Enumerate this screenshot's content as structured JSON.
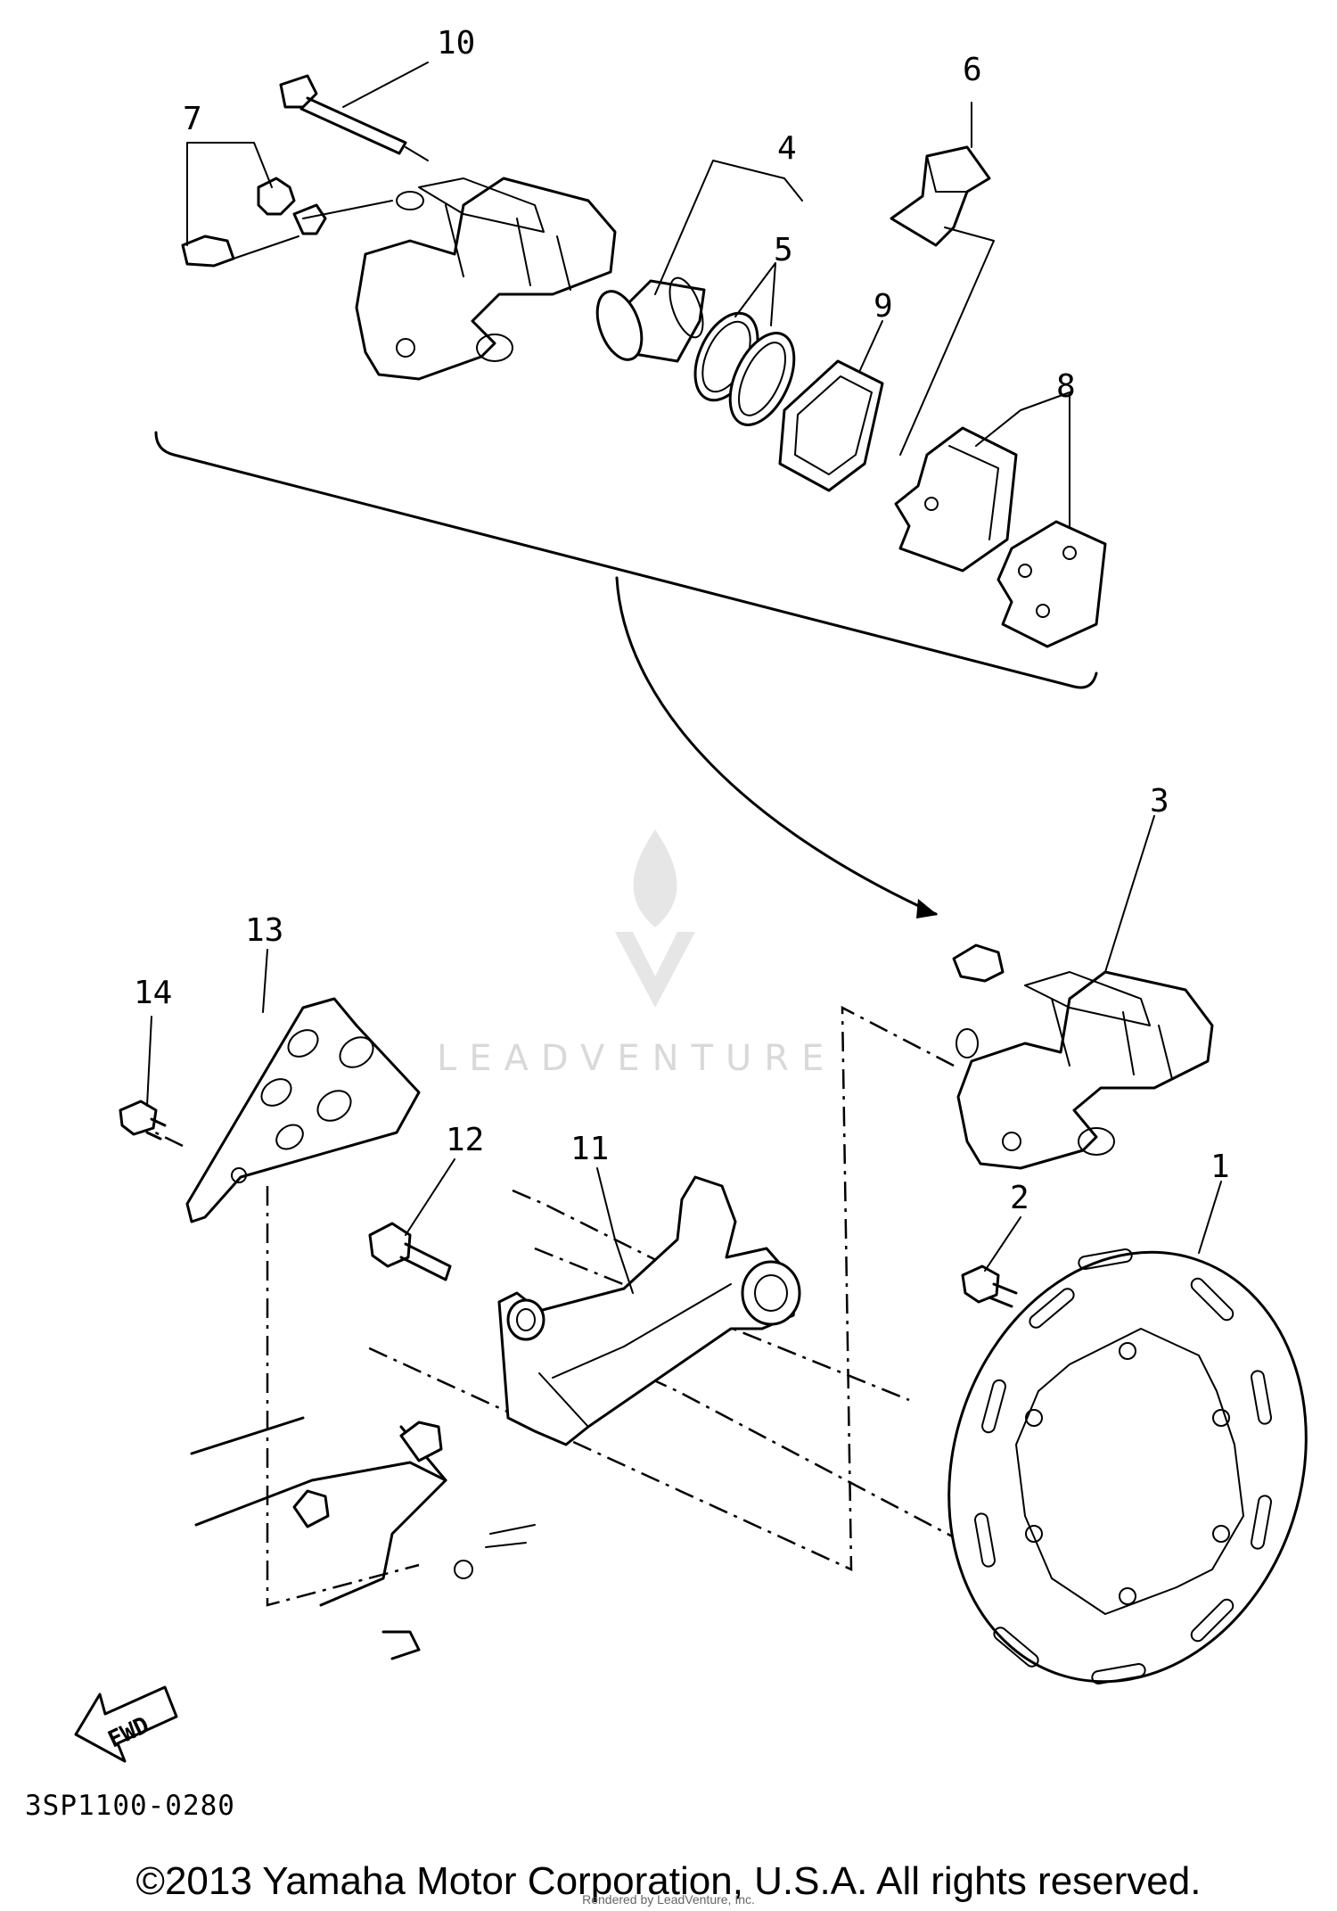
{
  "diagram": {
    "callouts": [
      "1",
      "2",
      "3",
      "4",
      "5",
      "6",
      "7",
      "8",
      "9",
      "10",
      "11",
      "12",
      "13",
      "14"
    ],
    "fwd_label": "FWD",
    "drawing_number": "3SP1100-0280",
    "watermark": "LEADVENTURE"
  },
  "footer": {
    "copyright": "©2013 Yamaha Motor Corporation, U.S.A. All rights reserved.",
    "rendered_by": "Rendered by LeadVenture, Inc."
  }
}
